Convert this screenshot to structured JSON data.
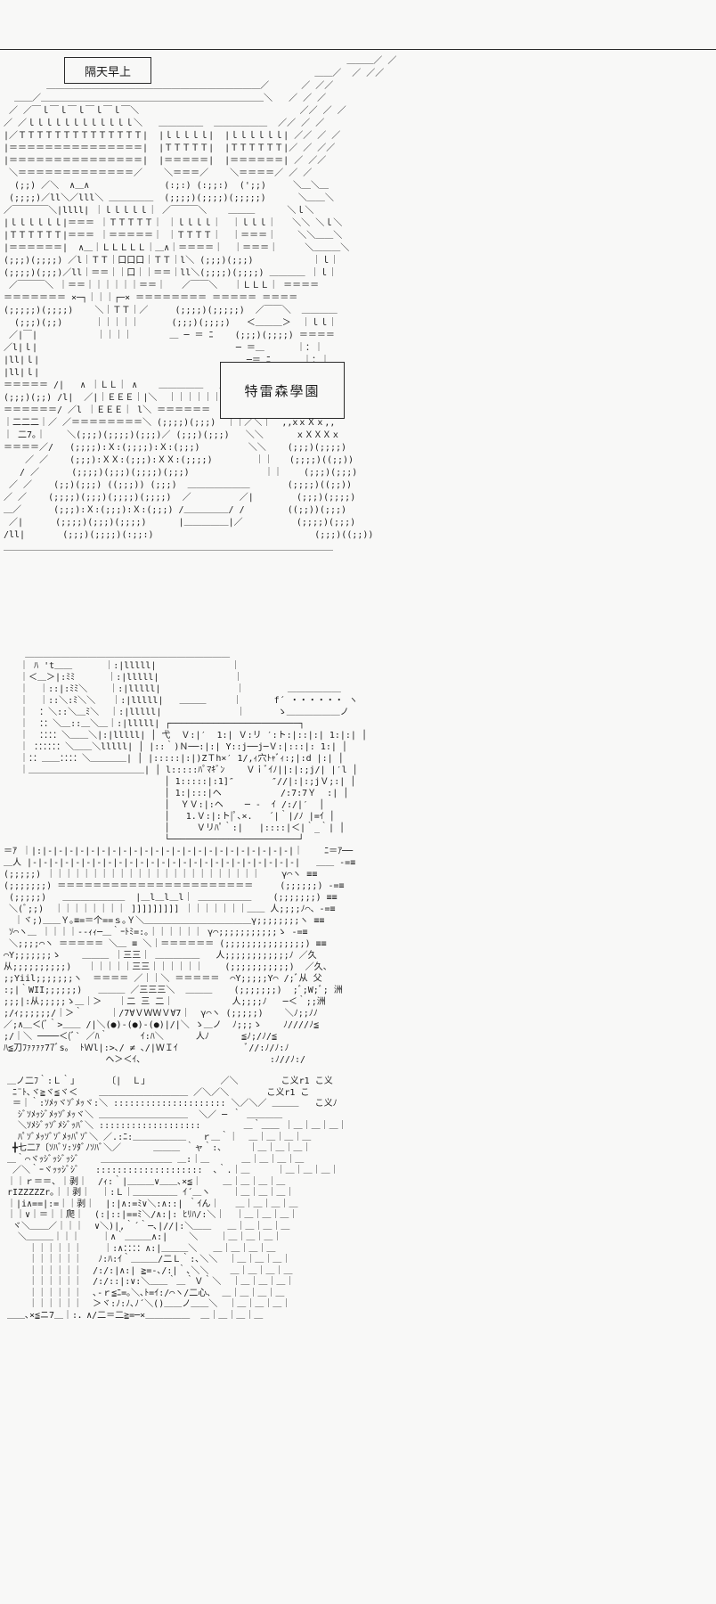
{
  "meta": {
    "background": "#f8f8f7",
    "ink": "#1b1b1b"
  },
  "caption": {
    "text": "隔天早上"
  },
  "sign": {
    "text": "特雷森學園"
  },
  "scene1": {
    "lines": [
      "                                                                ＿＿＿／ ／",
      "                                                          ＿＿／  ／ ／／",
      "        ＿＿＿＿＿＿＿＿＿＿＿＿＿＿＿＿＿＿＿＿＿＿＿＿／      ／ ／／",
      "  ＿＿／＿＿＿＿＿＿＿＿＿＿＿＿＿＿＿＿＿＿＿＿＿＿＿＿＿＼   ／ ／ ／",
      " ／ ／￣ｌ￣ｌ￣ｌ￣ｌ￣ｌ￣＼                              ／／ ／ ／",
      "／ ／ｌｌｌｌｌｌｌｌｌｌｌｌ＼   ＿＿＿＿＿  ＿＿＿＿＿＿  ／／ ／ ／",
      "|／ＴＴＴＴＴＴＴＴＴＴＴＴＴＴ|  |ｌｌｌｌｌ|  |ｌｌｌｌｌｌ| ／／ ／ ／",
      "|＝＝＝＝＝＝＝＝＝＝＝＝＝＝＝|  |ＴＴＴＴＴ|  |ＴＴＴＴＴＴ|／ ／ ／／",
      "|＝＝＝＝＝＝＝＝＝＝＝＝＝＝＝|  |＝＝＝＝＝|  |＝＝＝＝＝＝| ／ ／／",
      " ＼＝＝＝＝＝＝＝＝＝＝＝＝＝／    ＼＝＝＝／    ＼＝＝＝＝／ ／ ／",
      "  (;;) ／＼  ∧＿∧              (:;:) (:;;:)  (';;)     ＼＿＼＿",
      " (;;;;)／ll＼／lll＼ ＿＿＿＿＿  (;;;;)(;;;;)(;;;;;)      ＼＿＿＼",
      "／￣￣￣￣＼|llll| ｜ｌｌｌｌｌ｜ ／￣￣￣＼    ＿＿＿      ＼ｌ＼",
      "|ｌｌｌｌｌｌ|＝＝＝ ｜ＴＴＴＴＴ｜ ｜ｌｌｌｌ｜  ｜ｌｌｌ｜   ＼＼ ＼ｌ＼",
      "|ＴＴＴＴＴＴ|＝＝＝ ｜＝＝＝＝＝｜ ｜ＴＴＴＴ｜  ｜＝＝＝｜    ＼＼＿＿＼",
      "|＝＝＝＝＝＝|  ∧＿｜ＬＬＬＬＬ｜＿∧｜＝＝＝＝｜  ｜＝＝＝｜     ＼＿＿＿＼",
      "(;;;)(;;;;) ／l｜ＴＴ｜口口口｜ＴＴ｜l＼ (;;;)(;;;)           ｜ｌ｜",
      "(;;;;)(;;;)／ll｜＝＝｜｜口｜｜＝＝｜ll＼(;;;;)(;;;;) ＿＿＿＿ ｜ｌ｜",
      " ／￣￣￣＼ ｜＝＝｜｜｜｜｜｜＝＝｜   ／￣￣＼   ｜ＬＬＬ｜ ＝＝＝＝",
      "＝＝＝＝＝＝＝ ×─┐｜｜｜┌─× ＝＝＝＝＝＝＝＝ ＝＝＝＝＝ ＝＝＝＝",
      "(;;;;;)(;;;;)    ＼｜ＴＴ｜／     (;;;;)(;;;;;)  ／￣￣＼  ＿＿＿＿",
      "  (;;;)(;;)      ｜｜｜｜｜      (;;;)(;;;;)   ＜＿＿＿＞  ｜ｌｌ｜",
      " ／|￣|           ｜｜｜｜       ＿ ─ ＝ ﾆ    (;;;)(;;;;) ＝＝＝＝",
      "／l|ｌ|                                     ─ ＝＿      ｜：｜",
      "|ll|ｌ|                                    ＿ ─＝ ﾆ      ｜：｜",
      "|ll|ｌ|                                                  ｜：｜",
      "＝＝＝＝＝ /|   ∧ ｜ＬＬ｜ ∧    ＿＿＿＿＿   ＿＿＿＿＿  ＝＝＝＝",
      "(;;;)(;;) /l|  ／|｜ＥＥＥ｜|＼  ｜｜｜｜｜｜  ｜｜｜｜｜  ,,xｘＸｘ,,",
      "＝＝＝＝＝＝/ ／l ｜ＥＥＥ｜ l＼ ＝＝＝＝＝＝  ＝＝＝＝＝ ｘＸＸＸＸｘ",
      "｜二二二｜／ ／＝＝＝＝＝＝＝＝＼ (;;;;)(;;;)  ｜｜／＼｜  ,,xｘＸｘ,,",
      "｜ 二7｡｜    ＼(;;;)(;;;;)(;;;)／ (;;;)(;;;)   ＼＼      ｘＸＸＸｘ",
      "＝＝＝＝／/   (;;;;):Ｘ:(;;;;):Ｘ:(;;;)         ＼＼    (;;;)(;;;;)",
      "    ／ ／    (;;;):ＸＸ:(;;;):ＸＸ:(;;;;)        ｜｜   (;;;;)((;;))",
      "   / ／      (;;;;)(;;;)(;;;;)(;;;)              ｜｜    (;;;)(;;;)",
      " ／ ／    (;;)(;;;) ((;;;)) (;;;)  ＿＿＿＿＿＿＿       (;;;;)((;;))",
      "／ ／    (;;;;)(;;;)(;;;;)(;;;;)  ／         ／|        (;;;)(;;;;)",
      "＿／      (;;;):Ｘ:(;;;):Ｘ:(;;;) /＿＿＿＿＿/ /        ((;;))(;;;)",
      " ／|      (;;;;)(;;;)(;;;;)      |＿＿＿＿＿|／          (;;;;)(;;;)",
      "/ll|       (;;;)(;;;;)(:;;:)                              (;;;)((;;))",
      "＿＿＿＿＿＿＿＿＿＿＿＿＿＿＿＿＿＿＿＿＿＿＿＿＿＿＿＿＿＿＿＿＿＿＿＿＿"
    ]
  },
  "scene2": {
    "lines": [
      "    ＿＿＿＿＿＿＿＿＿＿＿＿＿＿＿＿＿＿＿＿＿＿＿",
      "   ｜ ﾊ 't＿＿      ｜:|lllll|              ｜",
      "   ｜＜＿＞|:ﾐﾐ      ｜:|lllll|              ｜",
      "   ｜  ｜::|:ﾐﾐ＼    ｜:|lllll|              ｜        ＿＿＿＿＿＿",
      "   ｜  ｜::＼:ﾐ＼＼   ｜:|lllll|   ＿＿＿     ｜      f´ ・・・・・・ ヽ",
      "   ｜  ：＼::＼＿ﾐ＼  ｜:|lllll|              ｜      ゝ＿＿＿＿＿＿ノ",
      "   ｜  ：：＼＿::＿＼＿｜:|lllll| ┌────────────────────────┐",
      "   ｜  ：：：：＼＿＿＼|:|lllll| │ 弋  Ｖ:|′  1:| Ｖ:リ ′:ト:|::|:| 1:|:| │",
      "   ｜ ：：：：：：＼＿＿＼lllll| │ |::｀)Ｎ──:|:| Y::j──j─Ｖ:|:::|: 1:| │",
      "   ｜：：＿＿：：：：＼＿＿＿＿| │ |:::::|:|)ZＴh×′ 1/,ｨ穴ﾄｬﾞｨ:;|:d |:| │",
      "   ｜＿＿＿＿＿＿＿＿＿＿＿＿＿| │ l:::::ﾊﾟﾏｷﾞﾝ    Ｖｉﾞｲﾉ||:|:;j/| |′l │",
      "                              │ 1:::::|:1]″       ″//|:|:;jＶ;:| │",
      "                              │ 1:|:::|ヘ           /:7:7Ｙ  :| │",
      "                              │  ＹＶ:|:ヘ    ─ ‐  ｲ /:/|′  │",
      "                              │   1.Ｖ:|:ト|ﾟ､×.   ´|｀|/ﾉ |=ｲ │",
      "                              │     Ｖリﾊﾟ｀:|   |::::|＜|｀_｀| │",
      "                              └────────────────────────┘",
      "＝ｱ ｜|:|-|-|-|-|-|-|-|-|-|-|-|-|-|-|-|-|-|-|-|-|-|-|-|｜    ﾆ＝ｱ──",
      "＿人 |-|-|-|-|-|-|-|-|-|-|-|-|-|-|-|-|-|-|-|-|-|-|-|-|-|   ＿＿ -=≡",
      "(;;;;;) ｜｜｜｜｜｜｜｜｜｜｜｜｜｜｜｜｜｜｜｜｜｜｜｜    γ⌒ヽ ≡≡",
      "(;;;;;;;) ＝＝＝＝＝＝＝＝＝＝＝＝＝＝＝＝＝＝＝＝＝＝     (;;;;;;) -=≡",
      " (;;;;;)   ＿＿＿＿＿＿＿  |＿l＿l＿l｜ ＿＿＿＿＿＿    (;;;;;;;) ≡≡",
      " ＼(ﾞ;;)  ｜｜｜｜｜｜｜｜ ]]]]]]]]] ｜｜｜｜｜｜｜＿＿ 人;;;;ﾉ⌒、-=≡",
      "  ｜ヾ;)＿＿Ｙ｡≡=＝个==ｓ｡Ｙ＼＿＿＿＿＿＿＿＿＿＿＿＿γ;;;;;;;;ヽ ≡≡",
      " ｿ⌒ヽ＿ ｜｜｜｜--ｨｨ─＿｀ｰﾄﾐ=:｡｜｜｜｜｜｜ γ⌒;;;;;;;;;;;ゝ -=≡",
      " ＼;;;;⌒ヽ ＝＝＝＝＝ ＼＿ ≡ ＼｜＝＝＝＝＝＝ (;;;;;;;;;;;;;;;) ≡≡",
      "⌒Y;;;;;;;ゝ    ＿＿＿ ｜三三｜ ＿＿＿＿＿   人;;;;;;;;;;;;ﾉ ／久",
      "从;;;;;;;;;;)   ｜｜｜｜｜三三｜｜｜｜｜｜    (;;;;;;;;;;;)  ／久、",
      ";;Yiil;;;;;;;ヽ  ＝＝＝＝ ／｜｜＼ ＝＝＝＝＝  ⌒Y;;;;;Y⌒ /;ﾞ从 父",
      ":;|｀WII;;;;;;)   ＿＿＿ ／三三三＼  ＿＿＿    (;;;;;;;)  ;ﾞ;W;ﾞ; 洲",
      ";;;|:从;;;;;ゝ＿｜＞   ｜二 三 二｜           人;;;;ﾉ   ─＜｀;;洲",
      ";/ｨ;;;;;;/｜＞｀     ｜/7∀ＶＷＷＶ∀7｜  γ⌒ヽ (;;;;;)    ＼ﾉ;;ﾉﾉ",
      "／;∧＿＜(ﾞ｀>＿＿ /|＼(●)-(●)-(●)|/|＼ ゝ＿ノ  ﾉ;;;ゝ    ﾉ////ﾉ≦",
      ";/｜＼ ────＜(ﾞ` ／ﾊ｀      ｲ:ﾊ＼      人ﾉ      ≦ﾉ;/ﾉ/≦",
      "ﾊ≦刀ﾌｧｧｧｧ77ﾞs｡  ﾄＷl|:>､/ ≠ ､/|ＷＩｲ             ﾞ//:ﾉ/ﾉ:ﾉ",
      "                   ヘ＞＜ｲ､                        :ﾉ//ﾉ:/"
    ]
  },
  "scene3": {
    "lines": [
      "＿ノ二ﾌ｀:Ｌ｀｣      〔|  Ｌ｣              ／＼        こ义r1 こ义",
      " ﾆ¨ﾄ､ヾ≧ヾ≦ヾ＜    ＿＿＿＿＿＿＿＿＿＿ ／＼／＼       こ义r1 こ",
      " ＝｜｀:ｿﾒｯヾｿﾞﾒｯヾ:＼ ::::::::::::::::::::: ＼／＼／ ＿＿＿   こ义ﾉ",
      "  ｼﾞｿﾒｯｼﾞﾒｯｿﾞﾒｯヾ＼ ＿＿＿＿＿＿＿＿＿＿  ＼／ ─ ｀ ＿＿＿＿",
      "  ＼ｿﾒｼﾞｯｿﾞﾒｼﾞｯﾊﾞ＼ :::::::::::::::::::        ＿｀＿＿ ｜＿｜＿｜＿｜",
      "  ﾊﾟｿﾞﾒｯｿﾞｿﾞﾒｯﾊﾟｿﾞ＼ ／.:ﾆ:＿＿＿＿＿＿   ｒ＿｀｜  ＿｜＿｜＿｜＿",
      " ╋七二ｱ〔ｿﾊﾞｿ:ｿﾀﾞﾉｿﾊﾞ＼／      ＿＿＿ ｀ャ｀:､     ｜＿｜＿｜＿｜",
      "＿｀⌒ヾｯｼﾞｯｼﾞｯｼﾞ    ＿＿＿＿＿＿＿＿ ＿:｜＿      ＿｜＿｜＿｜＿",
      " ／＼｀ｰヾｯｯｼﾞｼﾞ   ::::::::::::::::::::  ､｀.｜＿     ｜＿｜＿｜＿｜",
      "｜｜ｒ＝＝、｜剥｜  /ｨ:｀|＿＿＿∨＿＿､×≦｜    ＿｜＿｜＿｜＿",
      "rIZZZZZr｡｜｜剥｜  ｜:Ｌ｜＿＿＿＿＿ ｲ´＿ヽ    ｜＿｜＿｜＿｜",
      "｜|i∧==|:=｜｜剥｜  |:|∧:=ﾐ∨＼:∧::| ｀ｲん｜   ＿｜＿｜＿｜＿",
      "｜｜∨｜＝｜｜爬｜  (:|::|==ﾐ＼/∧:|: ﾋﾘﾊ/:＼｜  ｜＿｜＿｜＿｜",
      " ヾ＼＿＿／｜｜｜  ∨＼)|,｀´｀─､|//|:＼＿＿   ＿｜＿｜＿｜＿",
      "  ＼＿＿＿｜｜｜    ｜∧｀＿＿＿∧:|    ＼    ｜＿｜＿｜＿｜",
      "    ｜｜｜｜｜｜    ｜:∧：：：：∧:|＿＿＿＼   ＿｜＿｜＿｜＿",
      "    ｜｜｜｜｜｜   ﾉ:ﾊ:ｲ｀＿＿＿/二Ｌ｀:､＼＼  ｜＿｜＿｜＿｜",
      "    ｜｜｜｜｜｜  /:/:|∧:| ≧=-､/:|｀､＼＼    ＿｜＿｜＿｜＿",
      "    ｜｜｜｜｜｜  /:/::|:∨:＼＿＿｀＿｀Ｖ｀＼  ｜＿｜＿｜＿｜",
      "    ｜｜｜｜｜｜  ､-ｒ≦ﾆ=｡＼､ﾄ=ｲ:/⌒ヽ/二心､  ＿｜＿｜＿｜＿",
      "    ｜｜｜｜｜｜  ＞ヾ:ﾉ:ﾉ､ﾉ´＼()＿＿ノ＿＿＼  ｜＿｜＿｜＿｜",
      "＿＿､×≦ニ7＿｜:．∧/二＝二≧=─×＿＿＿＿＿  ＿｜＿｜＿｜＿"
    ]
  }
}
